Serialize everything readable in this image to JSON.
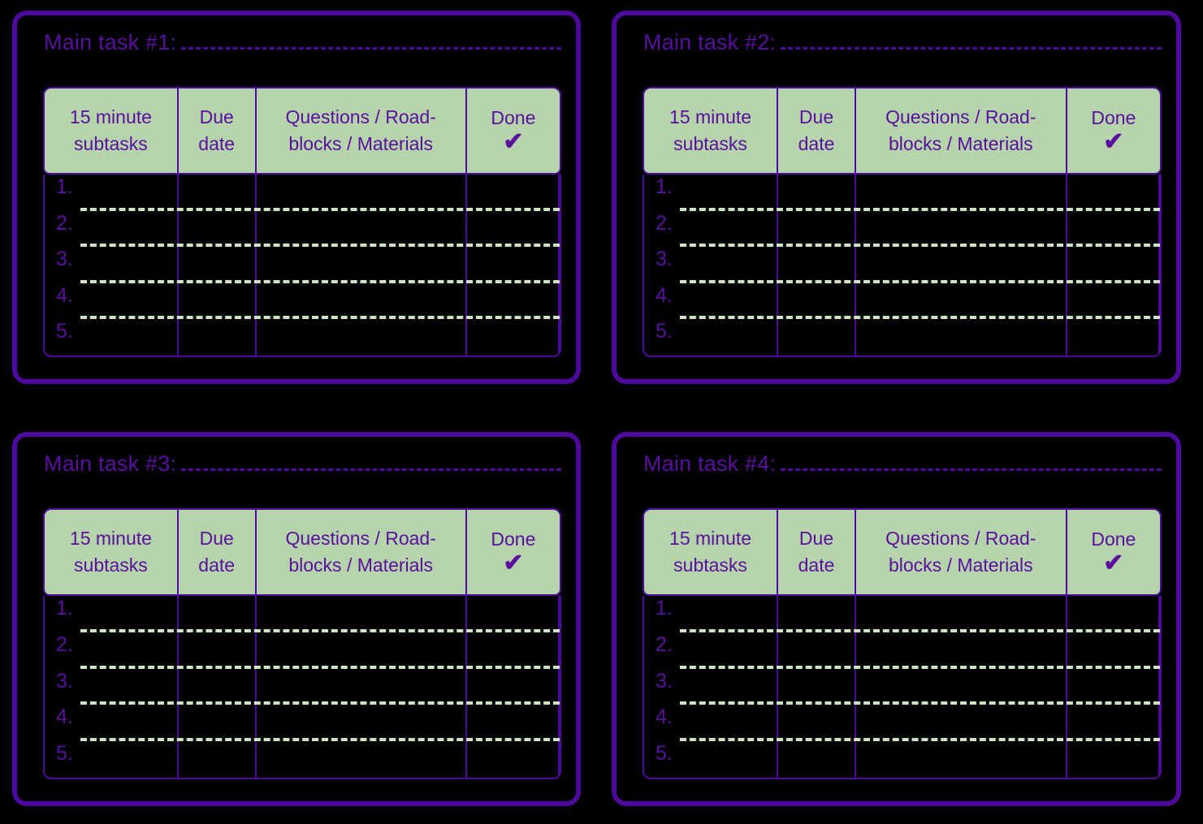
{
  "page": {
    "background": "#000000",
    "accent_purple": "#4d0a9c",
    "text_purple": "#5a0f9e",
    "header_green": "#b5d4ab",
    "rule_green": "#cde3c2"
  },
  "table": {
    "columns": [
      {
        "label": "15 minute subtasks"
      },
      {
        "label": "Due date"
      },
      {
        "label": "Questions / Road- blocks / Materials"
      },
      {
        "label": "Done",
        "icon": "check-icon",
        "icon_glyph": "✔"
      }
    ],
    "rows": [
      {
        "number": "1."
      },
      {
        "number": "2."
      },
      {
        "number": "3."
      },
      {
        "number": "4."
      },
      {
        "number": "5."
      }
    ]
  },
  "cards": [
    {
      "title": "Main task #1:"
    },
    {
      "title": "Main task #2:"
    },
    {
      "title": "Main task #3:"
    },
    {
      "title": "Main task #4:"
    }
  ]
}
